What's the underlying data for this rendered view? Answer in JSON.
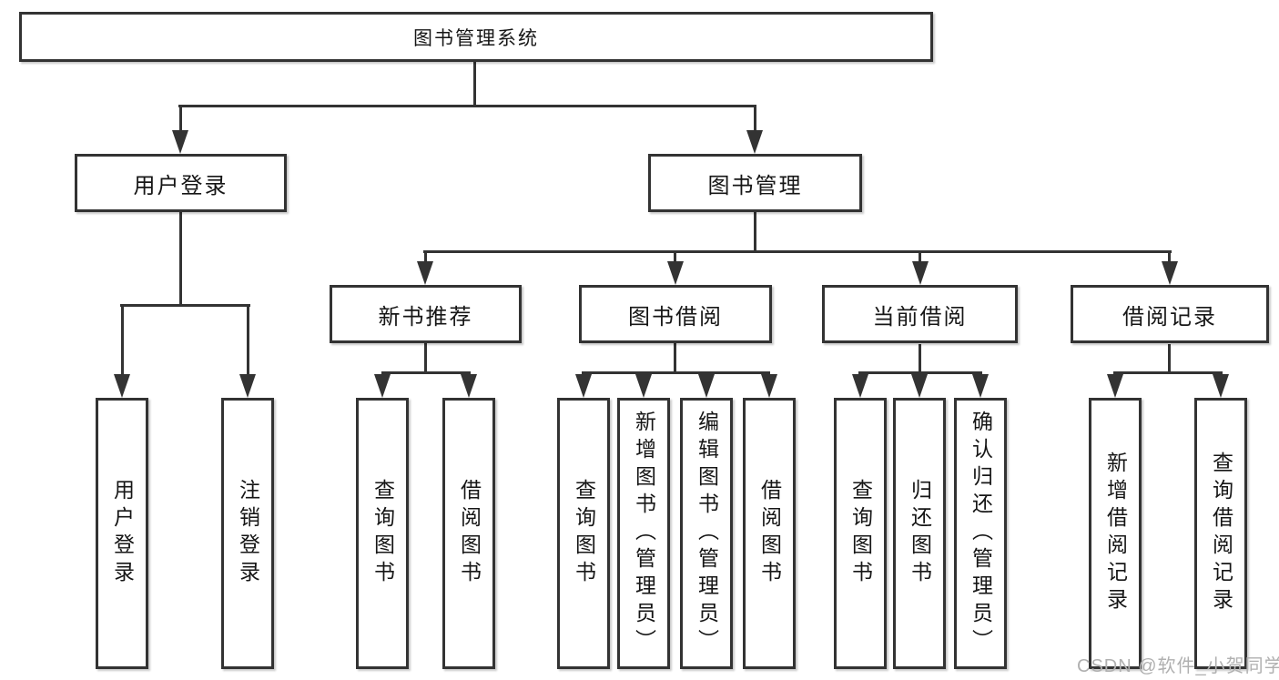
{
  "colors": {
    "line": "#333333",
    "box_border": "#333333",
    "text": "#161616",
    "background": "#ffffff",
    "watermark": "#b0b0b0"
  },
  "diagram": {
    "type": "tree",
    "root": {
      "label": "图书管理系统"
    },
    "branches": [
      {
        "label": "用户登录",
        "children": [
          "用户登录",
          "注销登录"
        ]
      },
      {
        "label": "图书管理",
        "children": [
          {
            "label": "新书推荐",
            "children": [
              "查询图书",
              "借阅图书"
            ]
          },
          {
            "label": "图书借阅",
            "children": [
              "查询图书",
              "新增图书（管理员）",
              "编辑图书（管理员）",
              "借阅图书"
            ]
          },
          {
            "label": "当前借阅",
            "children": [
              "查询图书",
              "归还图书",
              "确认归还（管理员）"
            ]
          },
          {
            "label": "借阅记录",
            "children": [
              "新增借阅记录",
              "查询借阅记录"
            ]
          }
        ]
      }
    ]
  },
  "watermark": {
    "text": "CSDN @软件_小贺同学"
  }
}
